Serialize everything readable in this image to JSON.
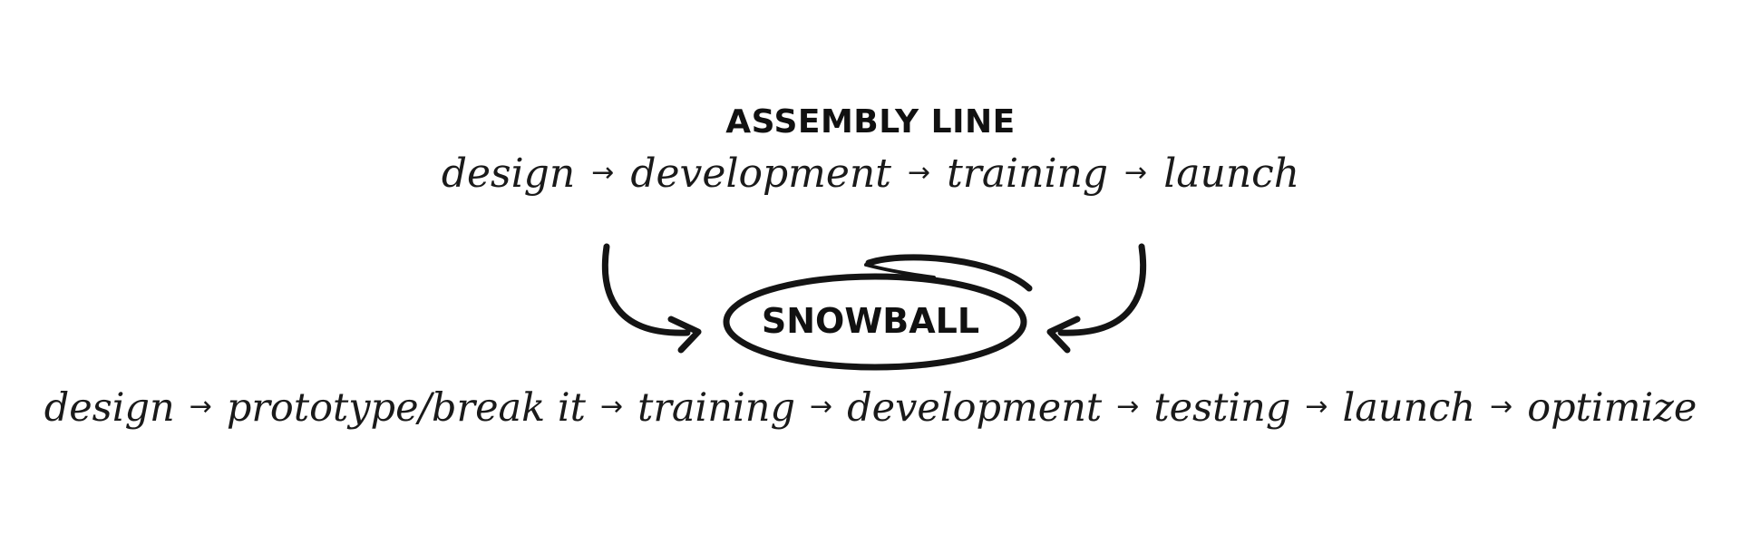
{
  "assembly": {
    "title": "ASSEMBLY LINE",
    "steps": [
      "design",
      "development",
      "training",
      "launch"
    ]
  },
  "snowball": {
    "label": "SNOWBALL",
    "steps": [
      "design",
      "prototype/break it",
      "training",
      "development",
      "testing",
      "launch",
      "optimize"
    ]
  },
  "arrow_glyph": "→",
  "colors": {
    "ink": "#141414",
    "background": "#ffffff"
  }
}
